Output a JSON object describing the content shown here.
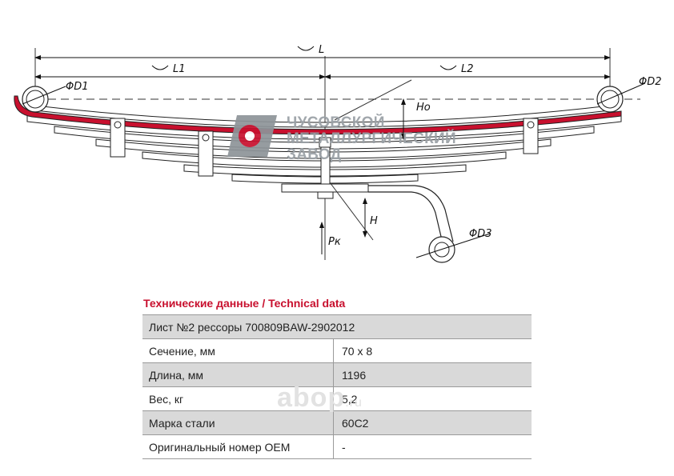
{
  "drawing": {
    "labels": {
      "L": "L",
      "L1": "L1",
      "L2": "L2",
      "D1": "ΦD1",
      "D2": "ΦD2",
      "D3": "ΦD3",
      "Ho": "Ho",
      "H": "H",
      "Pk": "Pк"
    },
    "accent_color": "#c8102e"
  },
  "logo": {
    "line1": "ЧУСОВСКОЙ",
    "line2": "МЕТАЛЛУРГИЧЕСКИЙ",
    "line3": "ЗАВОД"
  },
  "watermark": {
    "main": "abop",
    "suffix": ".ru"
  },
  "tech": {
    "title": "Технические данные / Technical data",
    "header": "Лист №2 рессоры 700809BAW-2902012",
    "rows": [
      {
        "label": "Сечение, мм",
        "value": "70 х 8"
      },
      {
        "label": "Длина, мм",
        "value": "1196"
      },
      {
        "label": "Вес, кг",
        "value": "5,2"
      },
      {
        "label": "Марка стали",
        "value": "60С2"
      },
      {
        "label": "Оригинальный номер OEM",
        "value": "-"
      }
    ]
  }
}
